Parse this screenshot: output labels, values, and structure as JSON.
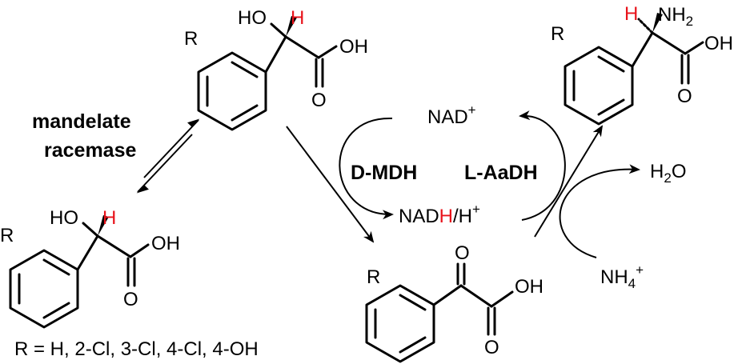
{
  "enzymes": {
    "racemase_line1": "mandelate",
    "racemase_line2": "racemase",
    "d_mdh": "D-MDH",
    "l_aadh": "L-AaDH"
  },
  "cofactors": {
    "nad": "NAD",
    "nad_sup": "+",
    "nadh_pre": "NAD",
    "nadh_h": "H",
    "nadh_post": "/H",
    "nadh_sup": "+",
    "water_h": "H",
    "water_sub": "2",
    "water_o": "O",
    "ammonium": "NH",
    "ammonium_sub": "4",
    "ammonium_sup": "+"
  },
  "atoms": {
    "r": "R",
    "ho": "HO",
    "h": "H",
    "oh": "OH",
    "o": "O",
    "nh2_n": "NH",
    "nh2_sub": "2"
  },
  "substituents": "R = H, 2-Cl, 3-Cl, 4-Cl, 4-OH",
  "colors": {
    "highlight": "#e8131b",
    "ink": "#000000"
  }
}
